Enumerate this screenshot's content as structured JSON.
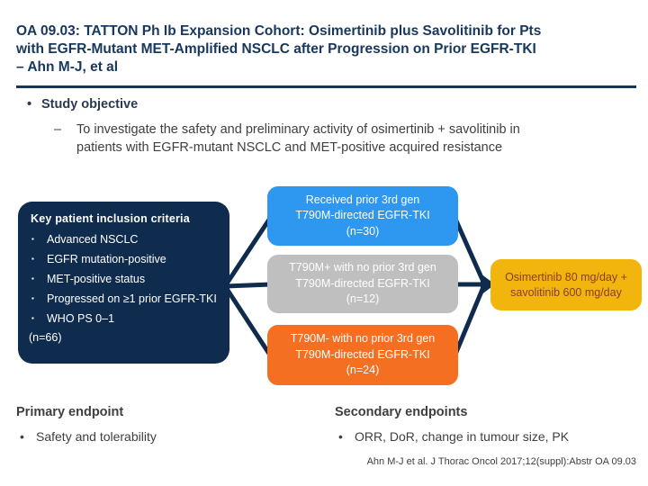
{
  "slide": {
    "title_lines": [
      "OA 09.03: TATTON Ph Ib Expansion Cohort: Osimertinib plus Savolitinib for Pts",
      "with EGFR-Mutant MET-Amplified NSCLC after Progression on Prior EGFR-TKI",
      "– Ahn M-J, et al"
    ],
    "colors": {
      "title_navy": "#17375D",
      "box_navy": "#0F2B4D",
      "connector_navy": "#0F2B4D",
      "body_gray": "#3F3F3F",
      "flow_blue": "#2E97F0",
      "flow_gray": "#BFBFBF",
      "flow_orange": "#F46F21",
      "treatment_gold": "#F2B50D",
      "treatment_text": "#8C3B2E"
    }
  },
  "glyphs": {
    "bullet": "•",
    "dash": "–",
    "square": "▪"
  },
  "objective": {
    "heading": "Study objective",
    "lines": [
      "To investigate the safety and preliminary activity of osimertinib + savolitinib in",
      "patients with EGFR-mutant NSCLC and MET-positive acquired resistance"
    ]
  },
  "criteria": {
    "heading": "Key patient inclusion criteria",
    "items": [
      "Advanced NSCLC",
      "EGFR mutation-positive",
      "MET-positive status",
      "Progressed on ≥1 prior EGFR-TKI",
      "WHO PS 0–1"
    ],
    "n_label": "(n=66)"
  },
  "flow": {
    "boxes": [
      {
        "lines": [
          "Received prior 3rd gen",
          "T790M-directed EGFR-TKI",
          "(n=30)"
        ]
      },
      {
        "lines": [
          "T790M+ with no prior 3rd gen",
          "T790M-directed EGFR-TKI",
          "(n=12)"
        ]
      },
      {
        "lines": [
          "T790M- with no prior 3rd gen",
          "T790M-directed EGFR-TKI",
          "(n=24)"
        ]
      }
    ],
    "treatment": {
      "lines": [
        "Osimertinib 80 mg/day +",
        "savolitinib 600 mg/day"
      ]
    }
  },
  "endpoints": {
    "primary": {
      "heading": "Primary endpoint",
      "item": "Safety and tolerability"
    },
    "secondary": {
      "heading": "Secondary endpoints",
      "item": "ORR, DoR, change in tumour size, PK"
    }
  },
  "footer": {
    "citation": "Ahn M-J et al. J Thorac Oncol 2017;12(suppl):Abstr OA 09.03"
  }
}
